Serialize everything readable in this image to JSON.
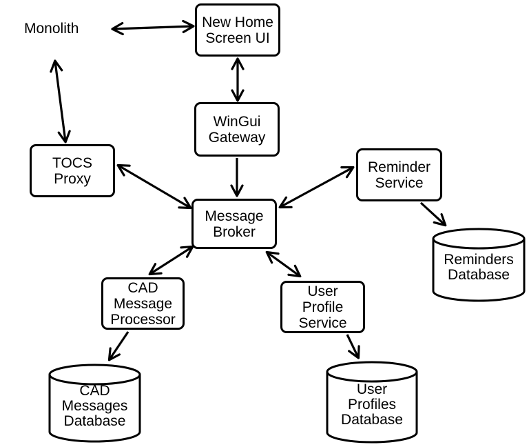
{
  "diagram": {
    "kind": "service-architecture-diagram",
    "colors": {
      "stroke": "#000000",
      "background": "#ffffff",
      "text": "#000000"
    },
    "nodes": {
      "monolith": {
        "shape": "label",
        "label": "Monolith"
      },
      "new_home_screen_ui": {
        "shape": "box",
        "label": "New Home Screen UI",
        "lines": [
          "New Home",
          "Screen UI"
        ]
      },
      "wingui_gateway": {
        "shape": "box",
        "label": "WinGui Gateway",
        "lines": [
          "WinGui",
          "Gateway"
        ]
      },
      "tocs_proxy": {
        "shape": "box",
        "label": "TOCS Proxy",
        "lines": [
          "TOCS",
          "Proxy"
        ]
      },
      "message_broker": {
        "shape": "box",
        "label": "Message Broker",
        "lines": [
          "Message",
          "Broker"
        ]
      },
      "reminder_service": {
        "shape": "box",
        "label": "Reminder Service",
        "lines": [
          "Reminder",
          "Service"
        ]
      },
      "cad_message_processor": {
        "shape": "box",
        "label": "CAD Message Processor",
        "lines": [
          "CAD",
          "Message",
          "Processor"
        ]
      },
      "user_profile_service": {
        "shape": "box",
        "label": "User Profile Service",
        "lines": [
          "User",
          "Profile",
          "Service"
        ]
      },
      "reminders_database": {
        "shape": "cylinder",
        "label": "Reminders Database",
        "lines": [
          "Reminders",
          "Database"
        ]
      },
      "cad_messages_database": {
        "shape": "cylinder",
        "label": "CAD Messages Database",
        "lines": [
          "CAD",
          "Messages",
          "Database"
        ]
      },
      "user_profiles_database": {
        "shape": "cylinder",
        "label": "User Profiles Database",
        "lines": [
          "User",
          "Profiles",
          "Database"
        ]
      }
    },
    "edges": [
      {
        "from": "monolith",
        "to": "new_home_screen_ui",
        "direction": "bidirectional"
      },
      {
        "from": "monolith",
        "to": "tocs_proxy",
        "direction": "bidirectional"
      },
      {
        "from": "new_home_screen_ui",
        "to": "wingui_gateway",
        "direction": "bidirectional"
      },
      {
        "from": "wingui_gateway",
        "to": "message_broker",
        "direction": "unidirectional"
      },
      {
        "from": "tocs_proxy",
        "to": "message_broker",
        "direction": "bidirectional"
      },
      {
        "from": "message_broker",
        "to": "reminder_service",
        "direction": "bidirectional"
      },
      {
        "from": "message_broker",
        "to": "cad_message_processor",
        "direction": "bidirectional"
      },
      {
        "from": "message_broker",
        "to": "user_profile_service",
        "direction": "bidirectional"
      },
      {
        "from": "reminder_service",
        "to": "reminders_database",
        "direction": "unidirectional"
      },
      {
        "from": "cad_message_processor",
        "to": "cad_messages_database",
        "direction": "unidirectional"
      },
      {
        "from": "user_profile_service",
        "to": "user_profiles_database",
        "direction": "unidirectional"
      }
    ]
  }
}
